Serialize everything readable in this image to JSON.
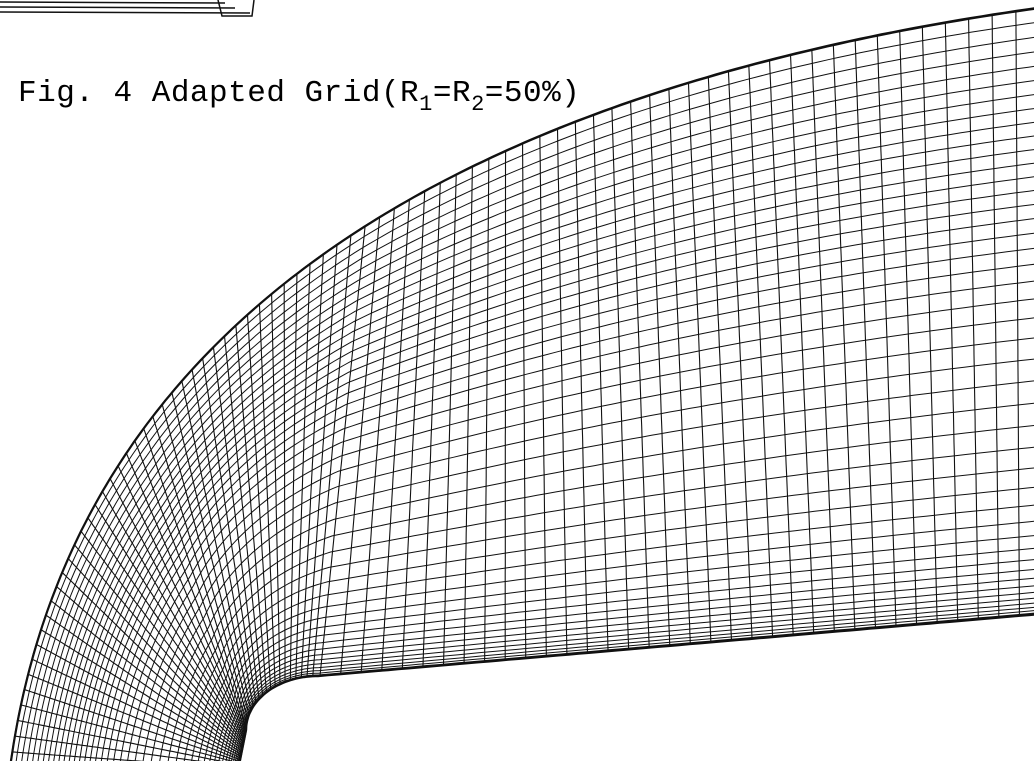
{
  "figure": {
    "caption_main": "Fig. 4 Adapted Grid(R",
    "caption_sub1": "1",
    "caption_mid": "=R",
    "caption_sub2": "2",
    "caption_end": "=50%)"
  },
  "colors": {
    "ink": "#111111",
    "background": "#ffffff"
  }
}
